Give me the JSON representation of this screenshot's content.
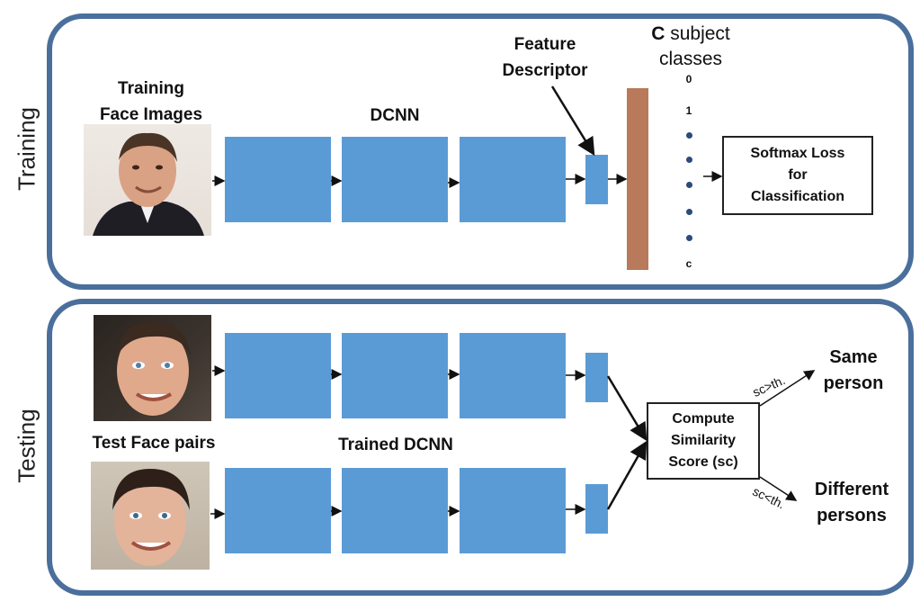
{
  "training": {
    "side_label": "Training",
    "images_label_line1": "Training",
    "images_label_line2": "Face Images",
    "dcnn_label": "DCNN",
    "feature_label_line1": "Feature",
    "feature_label_line2": "Descriptor",
    "classes_label_prefix": "C",
    "classes_label_rest": " subject",
    "classes_label_line2": "classes",
    "class_first": "0",
    "class_second": "1",
    "class_last": "c",
    "softmax_line1": "Softmax Loss",
    "softmax_line2": "for",
    "softmax_line3": "Classification"
  },
  "testing": {
    "side_label": "Testing",
    "pairs_label": "Test Face pairs",
    "dcnn_label": "Trained DCNN",
    "compute_line1": "Compute",
    "compute_line2": "Similarity",
    "compute_line3": "Score (sc)",
    "upper_condition": "sc>th.",
    "lower_condition": "sc<th.",
    "same_line1": "Same",
    "same_line2": "person",
    "diff_line1": "Different",
    "diff_line2": "persons"
  },
  "colors": {
    "panel_border": "#4a6f9c",
    "block_fill": "#5b9bd5",
    "class_layer": "#b87a5a"
  }
}
